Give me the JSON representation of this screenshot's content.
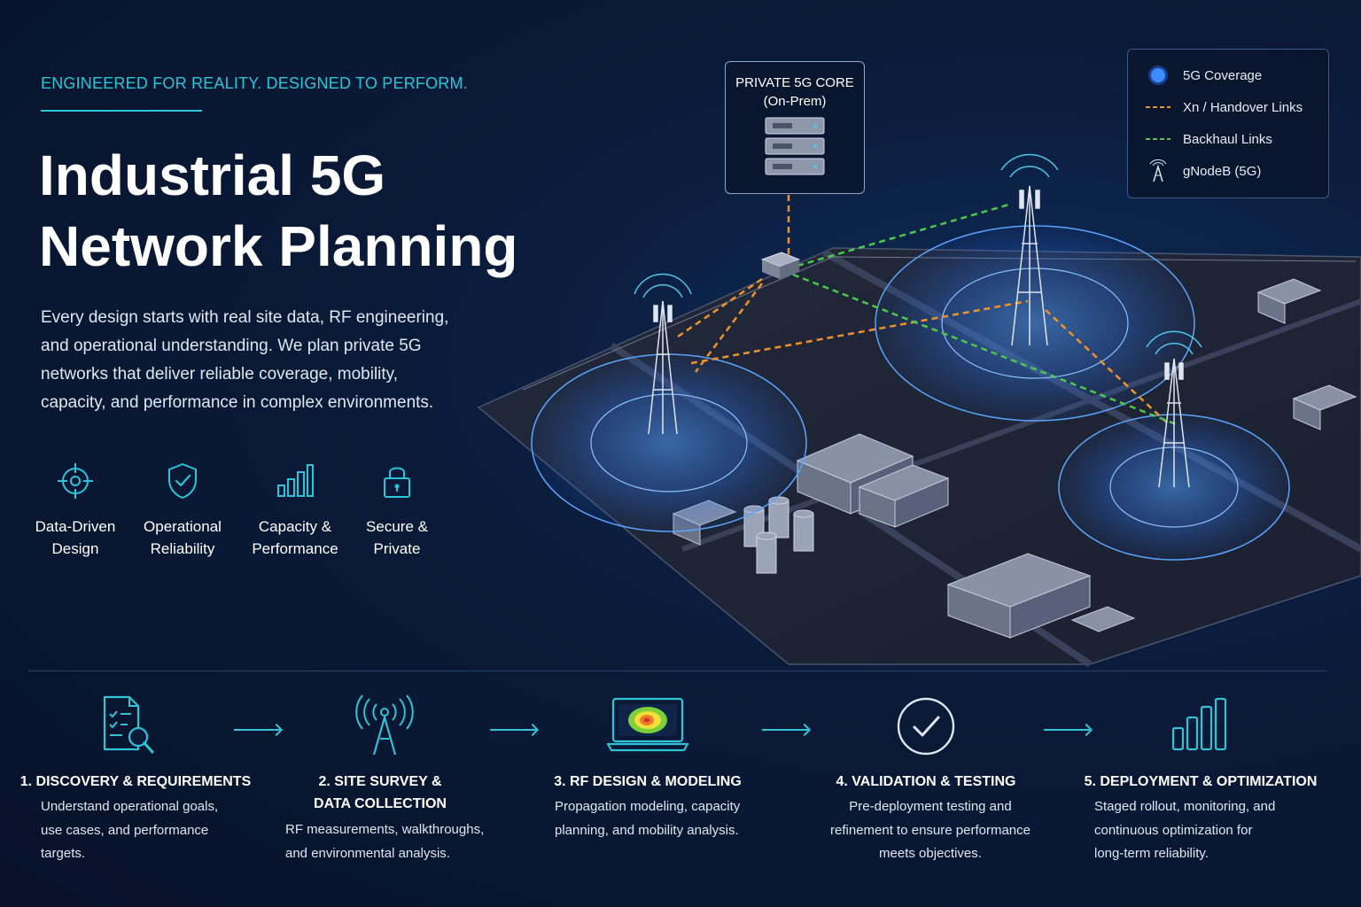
{
  "header": {
    "tagline": "ENGINEERED FOR REALITY. DESIGNED TO PERFORM.",
    "title_lines": [
      "Industrial 5G",
      "Network Planning"
    ],
    "description_lines": [
      "Every design starts with real site data, RF engineering,",
      "and operational understanding. We plan private 5G",
      "networks that deliver reliable coverage, mobility,",
      "capacity, and performance in complex environments."
    ]
  },
  "features": [
    {
      "icon": "target-icon",
      "lines": [
        "Data-Driven",
        "Design"
      ]
    },
    {
      "icon": "shield-check-icon",
      "lines": [
        "Operational",
        "Reliability"
      ]
    },
    {
      "icon": "bar-chart-icon",
      "lines": [
        "Capacity &",
        "Performance"
      ]
    },
    {
      "icon": "lock-icon",
      "lines": [
        "Secure &",
        "Private"
      ]
    }
  ],
  "diagram": {
    "core": {
      "title": "PRIVATE 5G CORE",
      "subtitle": "(On-Prem)"
    },
    "legend": [
      {
        "icon": "coverage-dot-icon",
        "label": "5G Coverage"
      },
      {
        "icon": "orange-dash-icon",
        "label": "Xn / Handover Links"
      },
      {
        "icon": "green-dash-icon",
        "label": "Backhaul Links"
      },
      {
        "icon": "antenna-icon",
        "label": "gNodeB (5G)"
      }
    ]
  },
  "steps": [
    {
      "icon": "document-search-icon",
      "title_lines": [
        "1. DISCOVERY & REQUIREMENTS"
      ],
      "desc_lines": [
        "Understand operational goals,",
        "use cases, and performance",
        "targets."
      ]
    },
    {
      "icon": "tower-signal-icon",
      "title_lines": [
        "2. SITE SURVEY &",
        "DATA COLLECTION"
      ],
      "desc_lines": [
        "RF measurements, walkthroughs,",
        "and environmental analysis."
      ]
    },
    {
      "icon": "laptop-heatmap-icon",
      "title_lines": [
        "3. RF DESIGN & MODELING"
      ],
      "desc_lines": [
        "Propagation modeling, capacity",
        "planning, and mobility analysis."
      ]
    },
    {
      "icon": "check-circle-icon",
      "title_lines": [
        "4. VALIDATION & TESTING"
      ],
      "desc_lines": [
        "Pre-deployment testing and",
        "refinement to ensure performance",
        "meets objectives."
      ]
    },
    {
      "icon": "bar-chart-icon",
      "title_lines": [
        "5. DEPLOYMENT & OPTIMIZATION"
      ],
      "desc_lines": [
        "Staged rollout, monitoring, and",
        "continuous optimization for",
        "long-term reliability."
      ]
    }
  ],
  "colors": {
    "accent": "#27c6d8",
    "coverage": "#3d8bff",
    "xn_link": "#f0922b",
    "backhaul": "#4cc84a",
    "background": "#0a1a38"
  }
}
